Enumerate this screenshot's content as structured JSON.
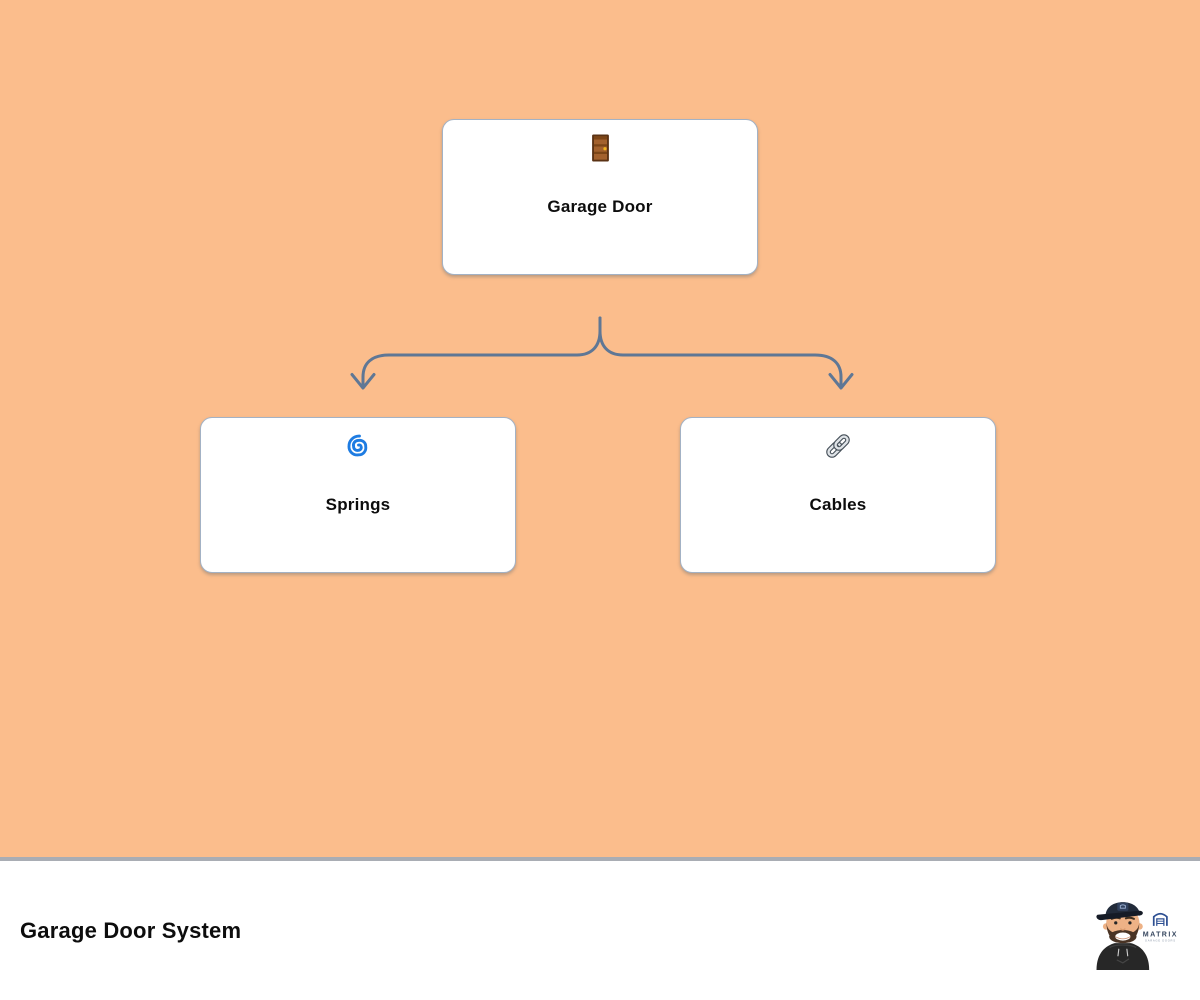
{
  "diagram": {
    "nodes": [
      {
        "id": "garage-door",
        "label": "Garage Door",
        "icon": "door-icon"
      },
      {
        "id": "springs",
        "label": "Springs",
        "icon": "cyclone-icon"
      },
      {
        "id": "cables",
        "label": "Cables",
        "icon": "link-icon"
      }
    ],
    "edges": [
      {
        "from": "garage-door",
        "to": "springs"
      },
      {
        "from": "garage-door",
        "to": "cables"
      }
    ],
    "colors": {
      "background": "#fbbd8c",
      "connector": "#5f7795",
      "card_border": "#a3b2c5",
      "card_background": "#ffffff",
      "divider": "#a9adb4",
      "cyclone_blue": "#1e7ce2",
      "door_brown": "#a3612d",
      "knob_gold": "#f2b41c"
    }
  },
  "footer": {
    "title": "Garage Door System",
    "logo": {
      "brand": "MATRIX",
      "tagline": "GARAGE DOORS"
    }
  }
}
